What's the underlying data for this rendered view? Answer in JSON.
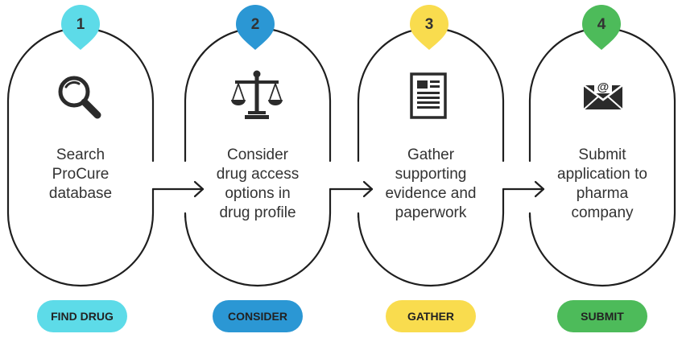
{
  "steps": [
    {
      "number": "1",
      "lines": [
        "Search",
        "ProCure",
        "database"
      ],
      "badge": "FIND DRUG",
      "icon": "magnifying-glass-icon",
      "color": "#5ddbe8"
    },
    {
      "number": "2",
      "lines": [
        "Consider",
        "drug access",
        "options in",
        "drug profile"
      ],
      "badge": "CONSIDER",
      "icon": "scales-of-justice-icon",
      "color": "#2b97d4"
    },
    {
      "number": "3",
      "lines": [
        "Gather",
        "supporting",
        "evidence and",
        "paperwork"
      ],
      "badge": "GATHER",
      "icon": "document-icon",
      "color": "#f9dc4e"
    },
    {
      "number": "4",
      "lines": [
        "Submit",
        "application to",
        "pharma",
        "company"
      ],
      "badge": "SUBMIT",
      "icon": "envelope-icon",
      "color": "#4dbb5a"
    }
  ]
}
